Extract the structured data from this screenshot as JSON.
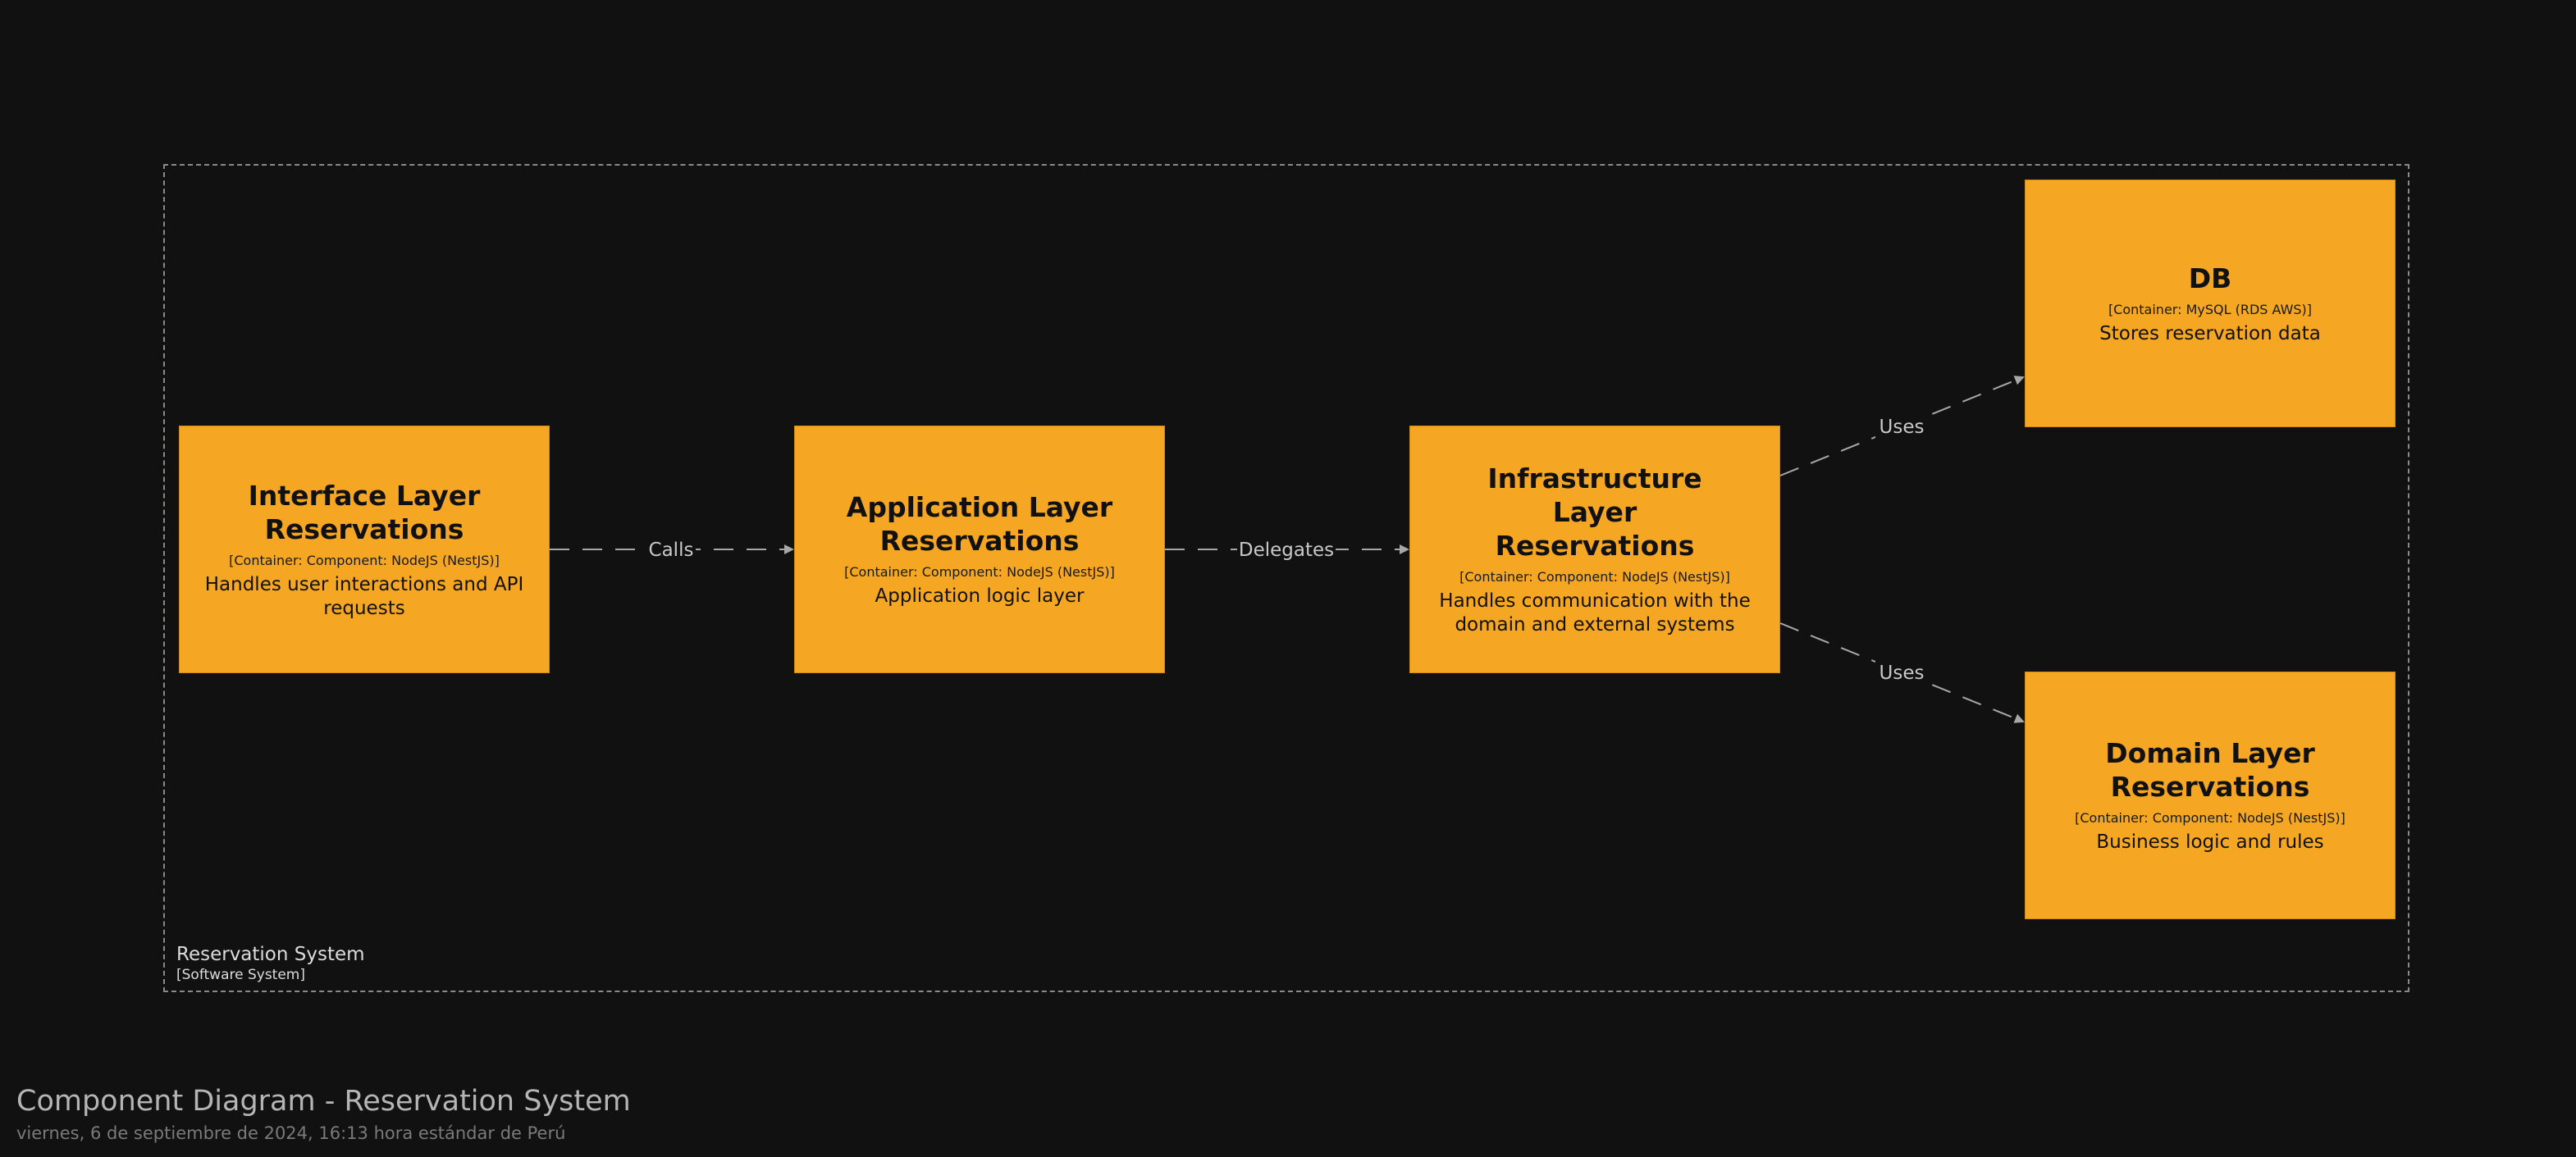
{
  "boundary": {
    "name": "Reservation System",
    "type": "[Software System]"
  },
  "nodes": {
    "interface": {
      "title": "Interface Layer Reservations",
      "tech": "[Container: Component: NodeJS (NestJS)]",
      "description": "Handles user interactions and API requests"
    },
    "application": {
      "title": "Application Layer Reservations",
      "tech": "[Container: Component: NodeJS (NestJS)]",
      "description": "Application logic layer"
    },
    "infrastructure": {
      "title": "Infrastructure Layer Reservations",
      "tech": "[Container: Component: NodeJS (NestJS)]",
      "description": "Handles communication with the domain and external systems"
    },
    "db": {
      "title": "DB",
      "tech": "[Container: MySQL (RDS AWS)]",
      "description": "Stores reservation data"
    },
    "domain": {
      "title": "Domain Layer Reservations",
      "tech": "[Container: Component: NodeJS (NestJS)]",
      "description": "Business logic and rules"
    }
  },
  "edges": {
    "interface_to_application": "Calls",
    "application_to_infrastructure": "Delegates",
    "infrastructure_to_db": "Uses",
    "infrastructure_to_domain": "Uses"
  },
  "footer": {
    "title": "Component Diagram - Reservation System",
    "date": "viernes, 6 de septiembre de 2024, 16:13 hora estándar de Perú"
  },
  "colors": {
    "background": "#111111",
    "box": "#f5a623",
    "edge": "#8a8a8a"
  }
}
